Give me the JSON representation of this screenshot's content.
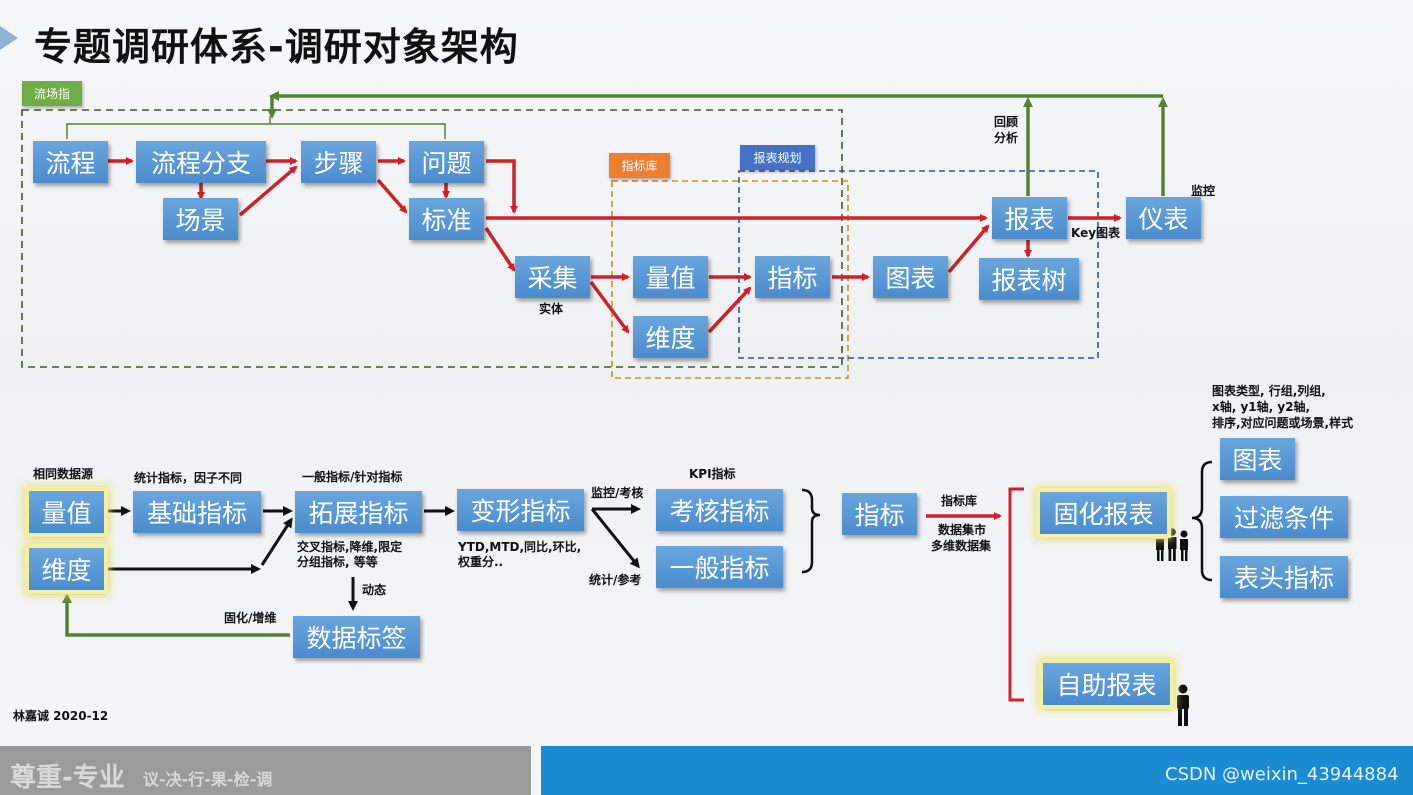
{
  "title": "专题调研体系-调研对象架构",
  "tags": {
    "flow": "流场指",
    "indicator_lib": "指标库",
    "report_plan": "报表规划"
  },
  "boxes": {
    "liucheng": "流程",
    "liucheng_fenzhi": "流程分支",
    "changjing": "场景",
    "buzhou": "步骤",
    "wenti": "问题",
    "biaozhun": "标准",
    "caiji": "采集",
    "liangzhi_top": "量值",
    "weidu_top": "维度",
    "zhibiao_top": "指标",
    "tubiao_top": "图表",
    "baobiao": "报表",
    "baobiao_shu": "报表树",
    "yibiao": "仪表",
    "liangzhi": "量值",
    "weidu": "维度",
    "jichu": "基础指标",
    "tuozhan": "拓展指标",
    "bianxing": "变形指标",
    "kaohe": "考核指标",
    "yiban": "一般指标",
    "shuju_biaoqian": "数据标签",
    "zhibiao": "指标",
    "guhua": "固化报表",
    "zizhu": "自助报表",
    "tubiao": "图表",
    "guolv": "过滤条件",
    "biaotou": "表头指标"
  },
  "labels": {
    "huigu": "回顾",
    "fenxi": "分析",
    "jiankong": "监控",
    "key_chart": "Key图表",
    "shiti": "实体",
    "same_source": "相同数据源",
    "stat_indicator": "统计指标，因子不同",
    "general_specific": "一般指标/针对指标",
    "kpi": "KPI指标",
    "monitor_assess": "监控/考核",
    "stat_ref": "统计/参考",
    "cross1": "交叉指标,降维,限定",
    "cross2": "分组指标, 等等",
    "ytd1": "YTD,MTD,同比,环比,",
    "ytd2": "权重分..",
    "dynamic": "动态",
    "solidify": "固化/增维",
    "indicator_lib2": "指标库",
    "data_mart": "数据集市",
    "multi_dim": "多维数据集",
    "chart_type1": "图表类型, 行组,列组,",
    "chart_type2": "x轴, y1轴, y2轴,",
    "chart_type3": "排序,对应问题或场景,样式",
    "author": "林嘉诚 2020-12"
  },
  "footer": {
    "main": "尊重-专业",
    "sub": "议-决-行-果-检-调",
    "watermark": "CSDN @weixin_43944884"
  },
  "colors": {
    "box_blue": "#4a8ccd",
    "arrow_red": "#d0202a",
    "arrow_green": "#548235",
    "arrow_black": "#111111",
    "tag_green": "#70ad47",
    "tag_orange": "#ed7d31",
    "tag_blue": "#4472c4",
    "frame_dark_green": "#3b5a2a",
    "frame_gold": "#b8961f",
    "frame_blue": "#2f5597",
    "bracket_red": "#d0202a",
    "footer_gray": "#9b9b9b",
    "footer_blue": "#1b8bd2"
  },
  "icons": [
    "people-group-icon",
    "person-icon",
    "triangle-bullet-icon"
  ]
}
